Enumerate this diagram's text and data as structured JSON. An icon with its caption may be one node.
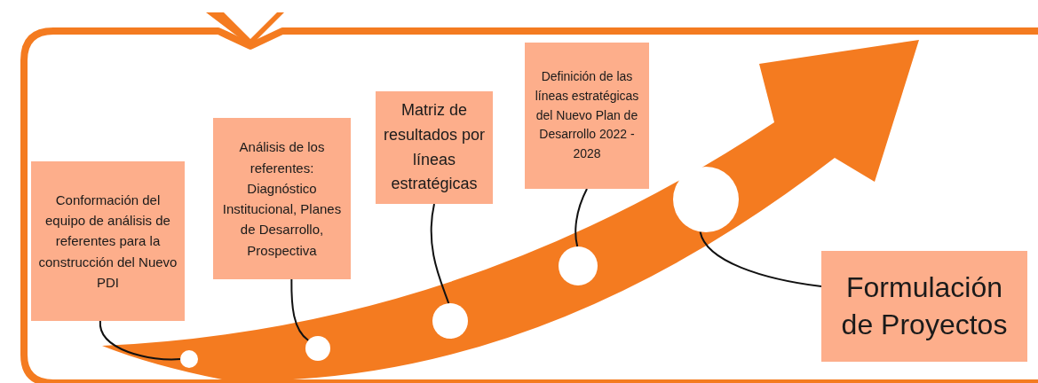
{
  "diagram": {
    "nodes": [
      {
        "text": [
          "Conformación del equipo de análisis de referentes para la construcción del Nuevo PDI"
        ]
      },
      {
        "text": [],
        "shape": "circle"
      },
      {
        "text": [
          "Análisis de los referentes: Diagnóstico Institucional, Planes de Desarrollo, Prospectiva"
        ]
      },
      {
        "text": [],
        "shape": "circle"
      },
      {
        "text": [
          "Matriz de resultados por líneas estratégicas"
        ]
      },
      {
        "text": [],
        "shape": "circle"
      },
      {
        "text": [
          "Definición de las líneas estratégicas del Nuevo Plan de Desarrollo 2022 - 2028"
        ]
      },
      {
        "text": [],
        "shape": "circle"
      },
      {
        "text": [],
        "shape": "circle"
      },
      {
        "text": [
          "Formulación de Proyectos"
        ]
      }
    ],
    "edges": [
      {
        "from": 0,
        "to": 1,
        "arrow": "none"
      },
      {
        "from": 2,
        "to": 3,
        "arrow": "none"
      },
      {
        "from": 4,
        "to": 5,
        "arrow": "none"
      },
      {
        "from": 6,
        "to": 7,
        "arrow": "none"
      },
      {
        "from": 9,
        "to": 8,
        "arrow": "none"
      }
    ]
  }
}
